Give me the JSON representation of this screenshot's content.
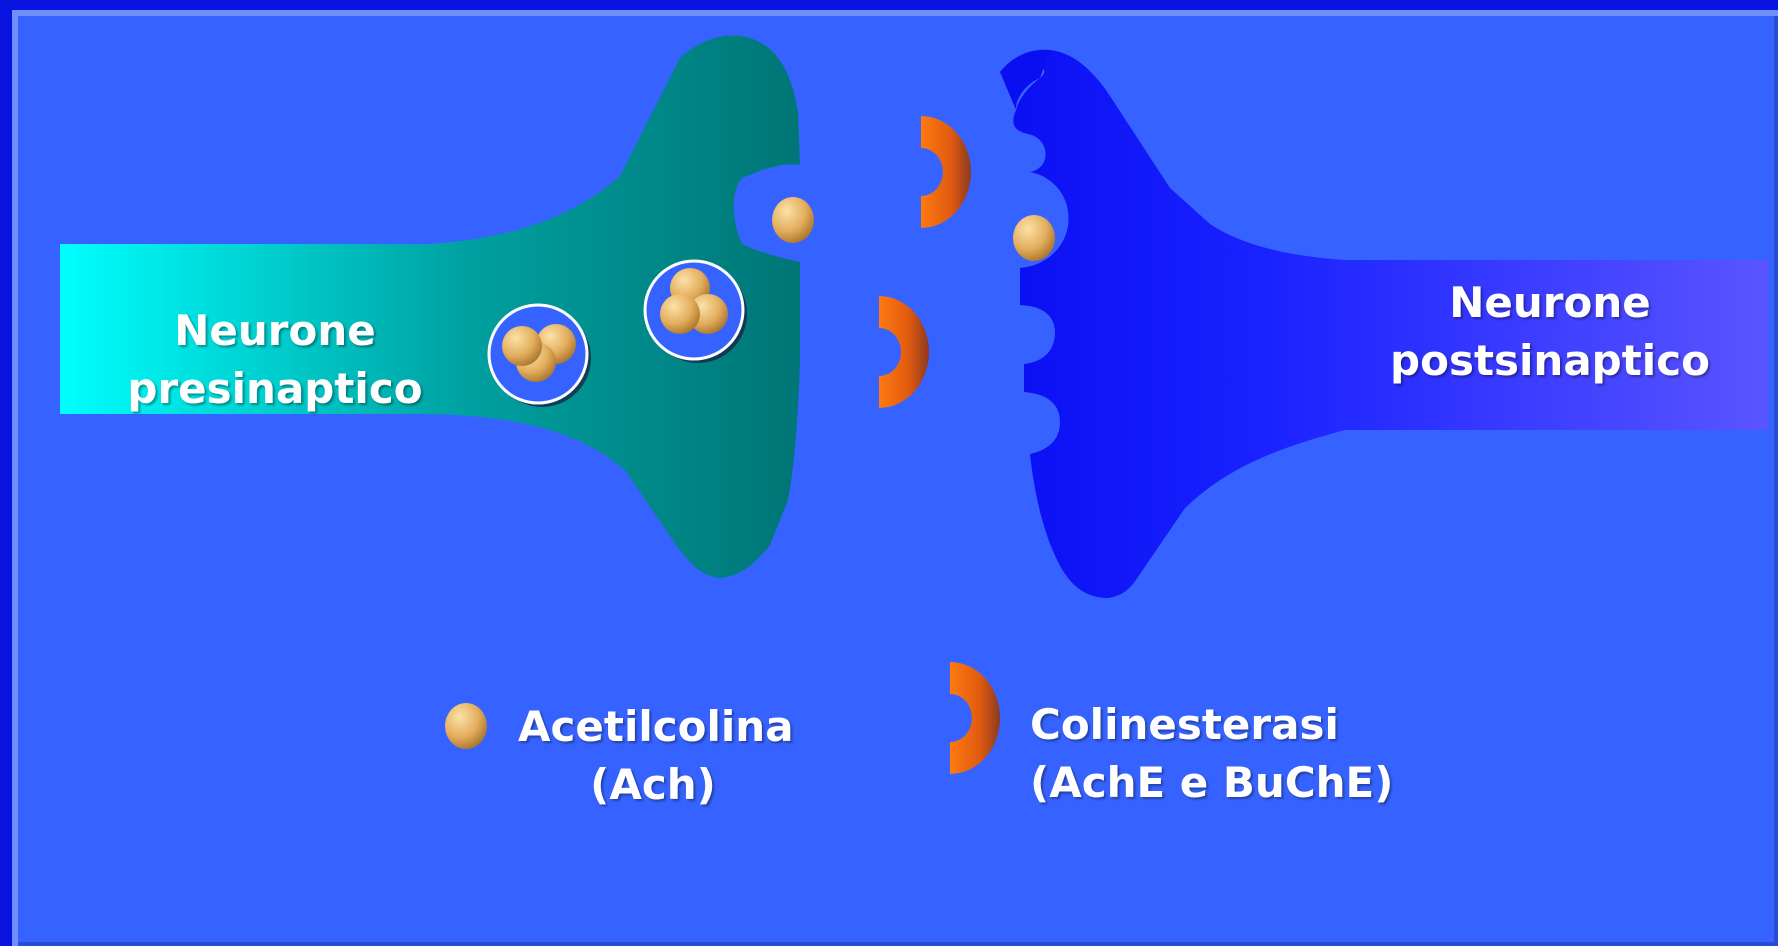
{
  "presynaptic": {
    "line1": "Neurone",
    "line2": "presinaptico"
  },
  "postsynaptic": {
    "line1": "Neurone",
    "line2": "postsinaptico"
  },
  "legend": {
    "ach": {
      "line1": "Acetilcolina",
      "line2": "(Ach)",
      "icon": "acetylcholine-molecule-icon"
    },
    "ache": {
      "line1": "Colinesterasi",
      "line2": "(AchE e BuChE)",
      "icon": "cholinesterase-enzyme-icon"
    }
  },
  "colors": {
    "background": "#3663ff",
    "frame": "#0a14e0",
    "presynaptic_start": "#00ffff",
    "presynaptic_end": "#007a7a",
    "postsynaptic_start": "#0a0ff2",
    "postsynaptic_end": "#5a55ff",
    "acetylcholine": "#e3ad5d",
    "cholinesterase": "#ff6a10",
    "text": "#ffffff"
  }
}
